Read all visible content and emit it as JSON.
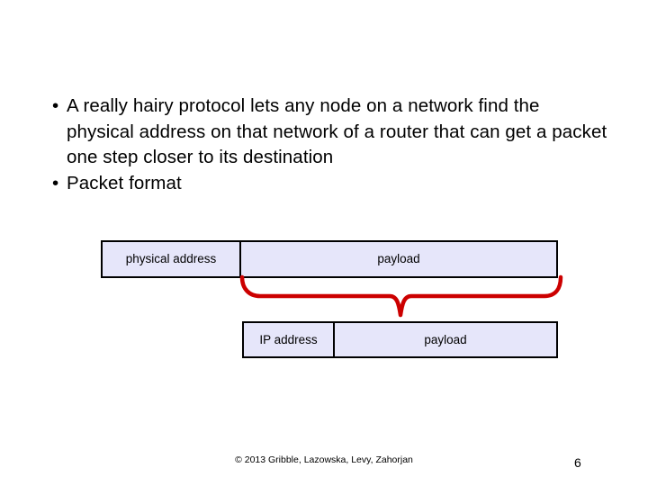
{
  "slide": {
    "bullets": [
      {
        "marker": "•",
        "text": "A really hairy protocol lets any node on a network find the physical address on that network of a router that can get a packet one step closer to its destination"
      },
      {
        "marker": "•",
        "text": "Packet format"
      }
    ],
    "diagram": {
      "outer_frame": {
        "address_label": "physical address",
        "payload_label": "payload"
      },
      "inner_frame": {
        "address_label": "IP address",
        "payload_label": "payload"
      },
      "brace_color": "#cc0000",
      "cell_fill": "#e6e6fa",
      "border_color": "#000000"
    },
    "footer": {
      "credit": "© 2013 Gribble, Lazowska, Levy, Zahorjan",
      "page_number": "6"
    }
  }
}
